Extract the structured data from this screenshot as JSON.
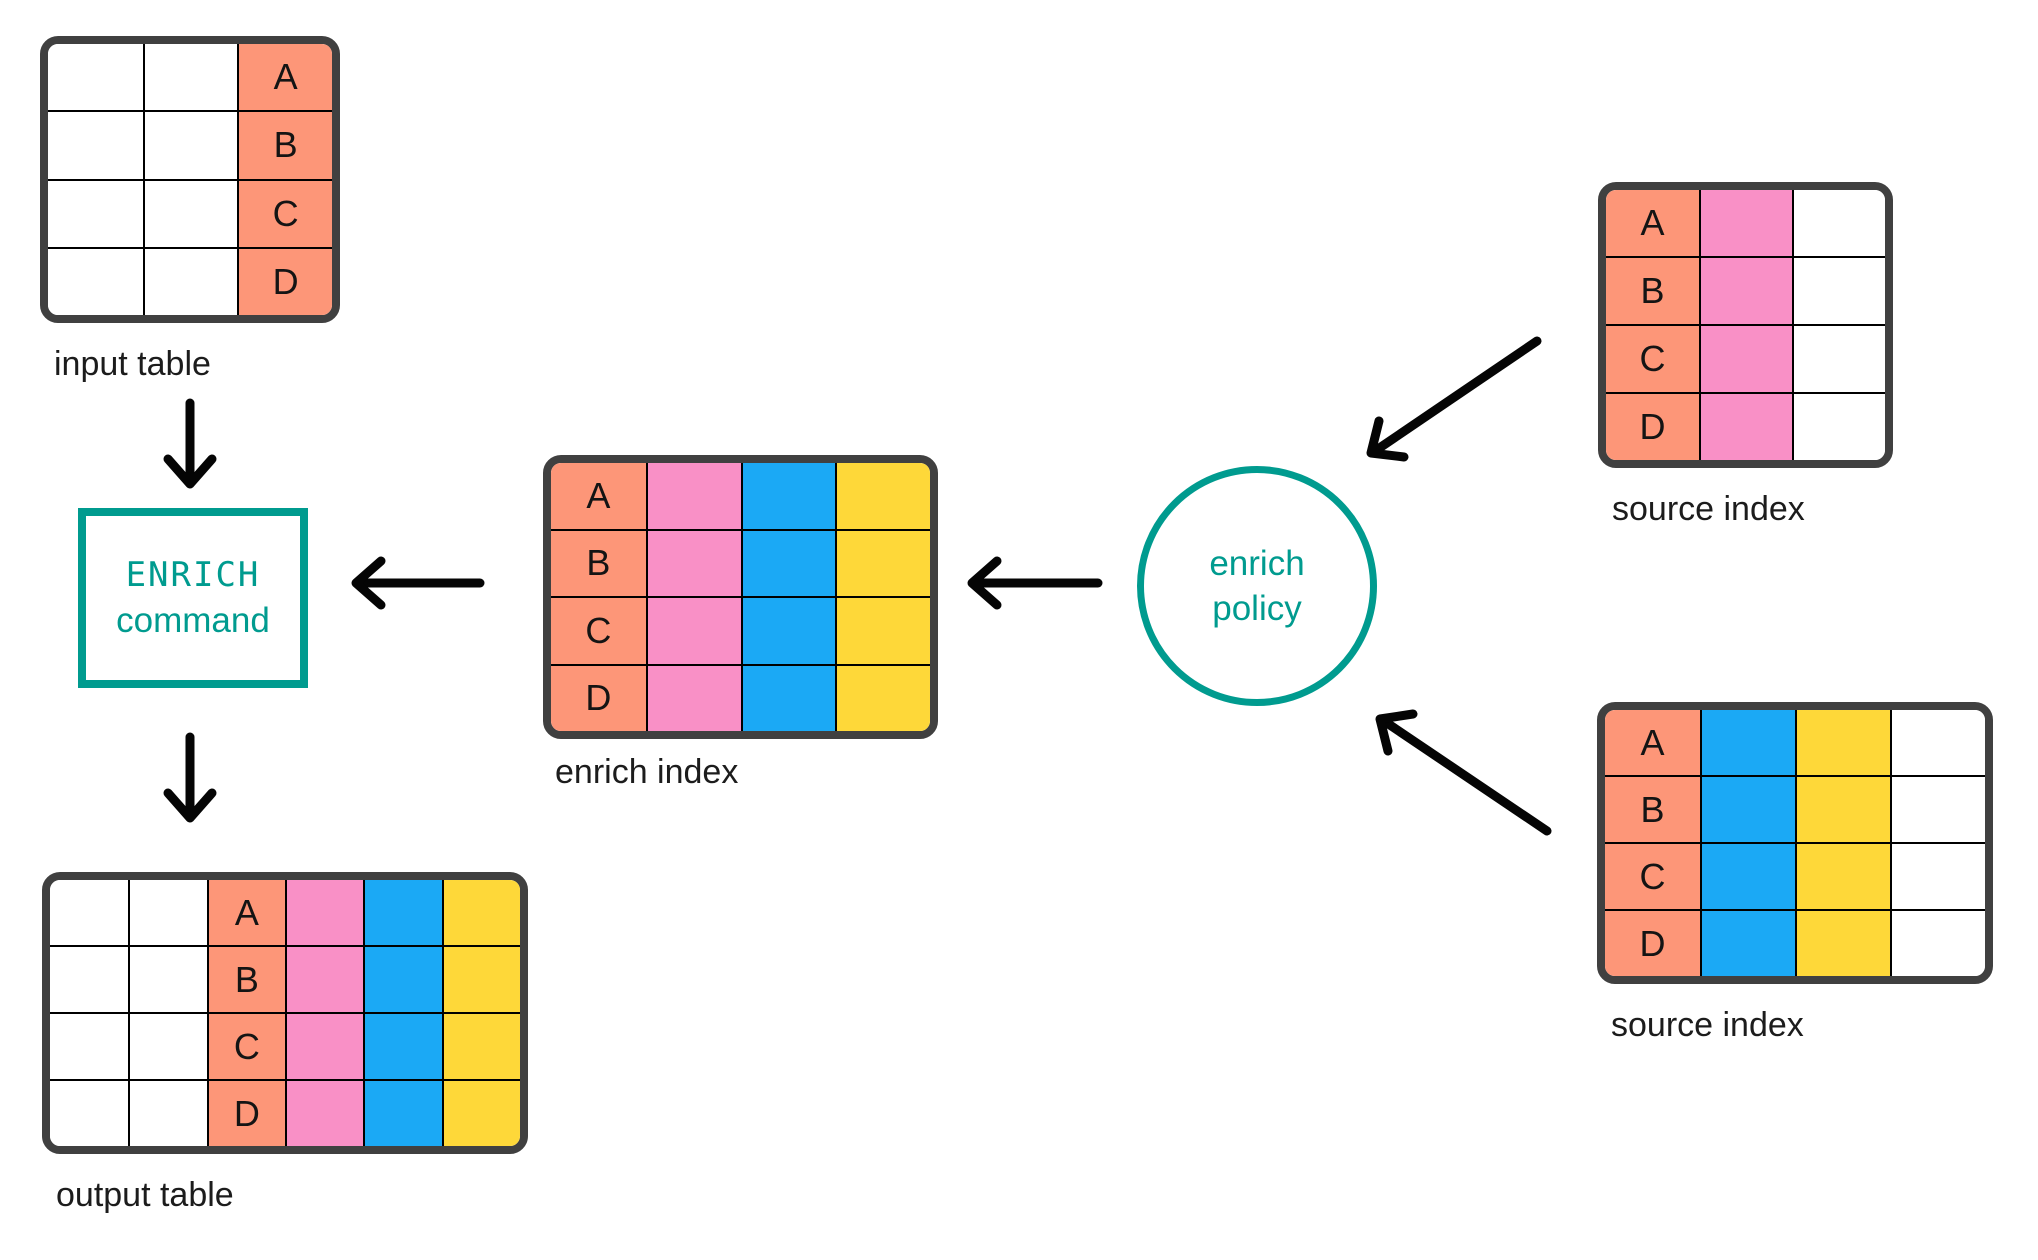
{
  "colors": {
    "white": "#FFFFFF",
    "salmon": "#FD9678",
    "pink": "#F990C6",
    "blue": "#1BA9F5",
    "yellow": "#FED839",
    "teal": "#009B8F",
    "table_border": "#404040",
    "grid_line": "#000000",
    "arrow": "#050505"
  },
  "tables": {
    "input_table": {
      "label": "input table",
      "row_labels": [
        "A",
        "B",
        "C",
        "D"
      ],
      "columns": [
        {
          "color": "white",
          "labeled": false
        },
        {
          "color": "white",
          "labeled": false
        },
        {
          "color": "salmon",
          "labeled": true
        }
      ]
    },
    "enrich_index": {
      "label": "enrich index",
      "row_labels": [
        "A",
        "B",
        "C",
        "D"
      ],
      "columns": [
        {
          "color": "salmon",
          "labeled": true
        },
        {
          "color": "pink",
          "labeled": false
        },
        {
          "color": "blue",
          "labeled": false
        },
        {
          "color": "yellow",
          "labeled": false
        }
      ]
    },
    "source_index_top": {
      "label": "source index",
      "row_labels": [
        "A",
        "B",
        "C",
        "D"
      ],
      "columns": [
        {
          "color": "salmon",
          "labeled": true
        },
        {
          "color": "pink",
          "labeled": false
        },
        {
          "color": "white",
          "labeled": false
        }
      ]
    },
    "source_index_bottom": {
      "label": "source index",
      "row_labels": [
        "A",
        "B",
        "C",
        "D"
      ],
      "columns": [
        {
          "color": "salmon",
          "labeled": true
        },
        {
          "color": "blue",
          "labeled": false
        },
        {
          "color": "yellow",
          "labeled": false
        },
        {
          "color": "white",
          "labeled": false
        }
      ]
    },
    "output_table": {
      "label": "output table",
      "row_labels": [
        "A",
        "B",
        "C",
        "D"
      ],
      "columns": [
        {
          "color": "white",
          "labeled": false
        },
        {
          "color": "white",
          "labeled": false
        },
        {
          "color": "salmon",
          "labeled": true
        },
        {
          "color": "pink",
          "labeled": false
        },
        {
          "color": "blue",
          "labeled": false
        },
        {
          "color": "yellow",
          "labeled": false
        }
      ]
    }
  },
  "nodes": {
    "enrich_command": {
      "line1": "ENRICH",
      "line2": "command"
    },
    "enrich_policy": {
      "line1": "enrich",
      "line2": "policy"
    }
  },
  "edges": [
    {
      "from": "input-table",
      "to": "enrich-command"
    },
    {
      "from": "enrich-command",
      "to": "output-table"
    },
    {
      "from": "enrich-index",
      "to": "enrich-command"
    },
    {
      "from": "enrich-policy",
      "to": "enrich-index"
    },
    {
      "from": "source-index-top",
      "to": "enrich-policy"
    },
    {
      "from": "source-index-bottom",
      "to": "enrich-policy"
    }
  ]
}
